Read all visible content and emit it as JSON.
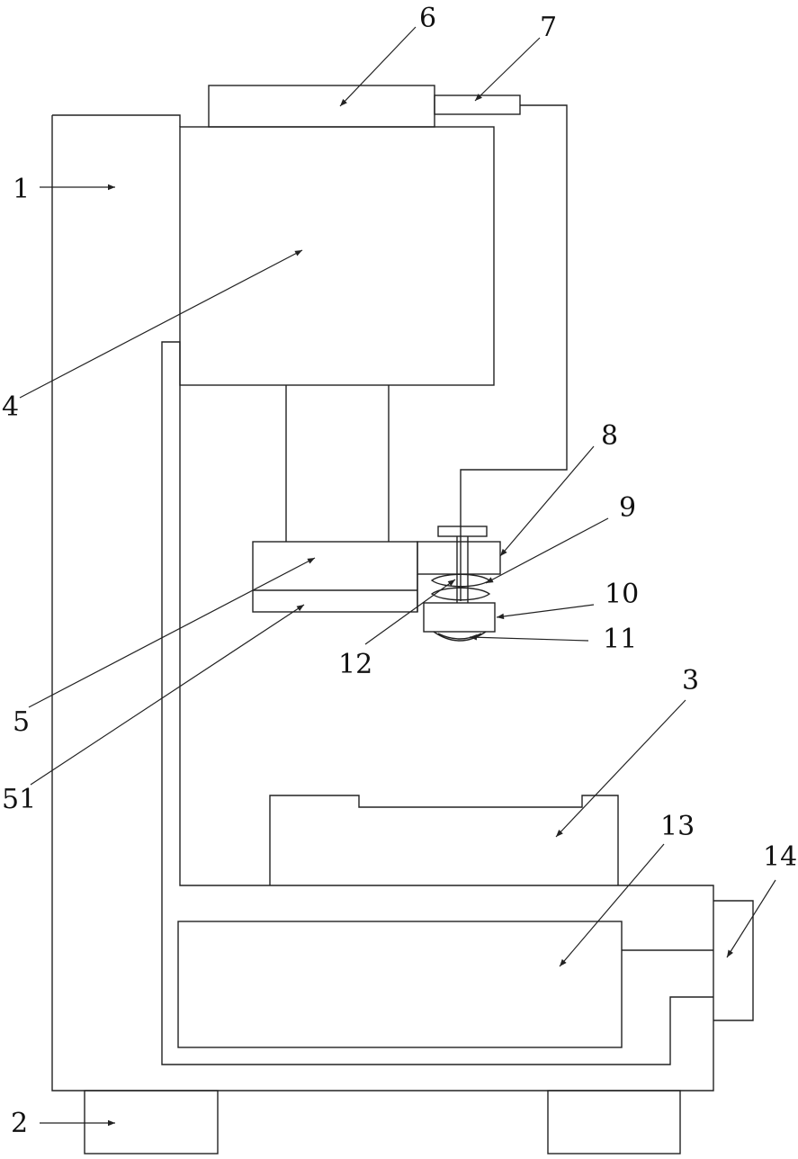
{
  "figure": {
    "line_color": "#222222",
    "background": "#ffffff",
    "callouts": {
      "c1": "1",
      "c2": "2",
      "c3": "3",
      "c4": "4",
      "c5": "5",
      "c51": "51",
      "c6": "6",
      "c7": "7",
      "c8": "8",
      "c9": "9",
      "c10": "10",
      "c11": "11",
      "c12": "12",
      "c13": "13",
      "c14": "14"
    }
  }
}
